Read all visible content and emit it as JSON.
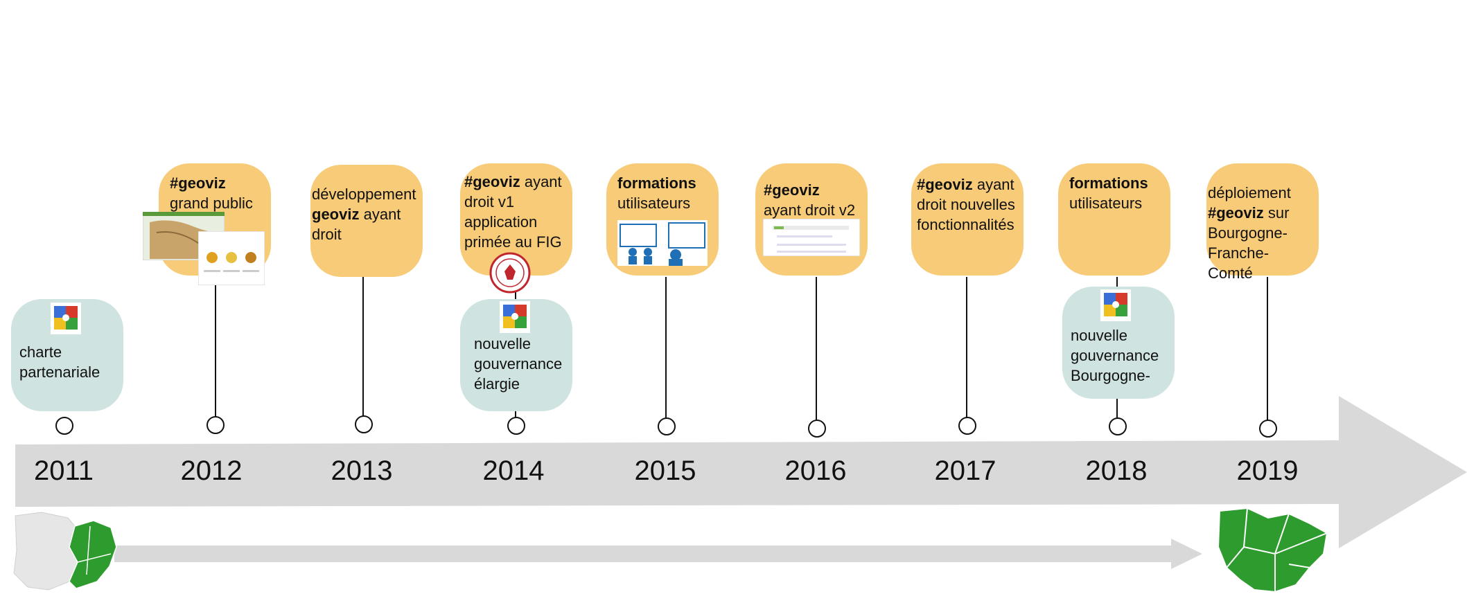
{
  "colors": {
    "orange_box": "#f7cb78",
    "teal_box": "#cfe3e1",
    "arrow": "#d9d9d9",
    "region_green": "#2e9b2e",
    "region_grey": "#e6e6e6"
  },
  "years": [
    "2011",
    "2012",
    "2013",
    "2014",
    "2015",
    "2016",
    "2017",
    "2018",
    "2019"
  ],
  "events_top": [
    {
      "year": "2012",
      "bold": "#geoviz",
      "text": "grand public"
    },
    {
      "year": "2013",
      "pre": "développement",
      "bold": "geoviz",
      "text": "ayant droit"
    },
    {
      "year": "2014",
      "bold": "#geoviz",
      "text": "ayant droit v1 application primée au FIG"
    },
    {
      "year": "2015",
      "bold": "formations",
      "text": "utilisateurs"
    },
    {
      "year": "2016",
      "bold": "#geoviz",
      "text": "ayant droit v2"
    },
    {
      "year": "2017",
      "bold": "#geoviz",
      "text": "ayant droit nouvelles fonctionnalités"
    },
    {
      "year": "2018",
      "bold": "formations",
      "text": "utilisateurs"
    },
    {
      "year": "2019",
      "pre": "déploiement",
      "bold": "#geoviz",
      "text": "sur Bourgogne-Franche-Comté"
    }
  ],
  "events_bottom": [
    {
      "year": "2011",
      "text": "charte partenariale"
    },
    {
      "year": "2014",
      "text": "nouvelle gouvernance élargie"
    },
    {
      "year": "2018",
      "text": "nouvelle gouvernance Bourgogne-"
    }
  ]
}
